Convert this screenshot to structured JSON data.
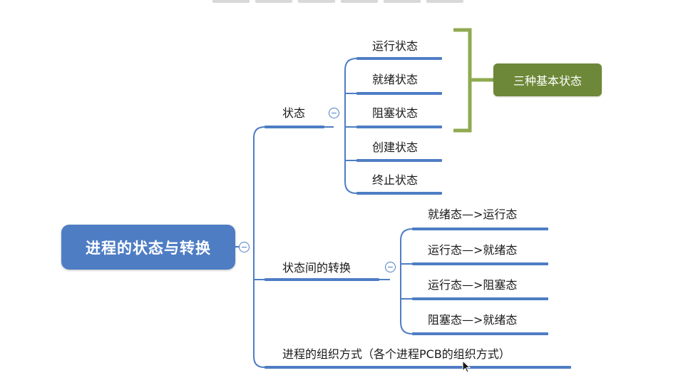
{
  "root": {
    "label": "进程的状态与转换"
  },
  "branches": {
    "states": {
      "label": "状态",
      "children": [
        "运行状态",
        "就绪状态",
        "阻塞状态",
        "创建状态",
        "终止状态"
      ]
    },
    "transitions": {
      "label": "状态间的转换",
      "children": [
        "就绪态—>运行态",
        "运行态—>就绪态",
        "运行态—>阻塞态",
        "阻塞态—>就绪态"
      ]
    },
    "organization": {
      "label": "进程的组织方式（各个进程PCB的组织方式）"
    }
  },
  "summary": {
    "label": "三种基本状态"
  },
  "colors": {
    "branch_line": "#4e7dc4",
    "root_fill": "#4e7dc4",
    "summary_fill": "#6d8838",
    "bracket": "#8faa50"
  },
  "icons": {
    "collapse": "minus-circle-icon",
    "cursor": "mouse-pointer-icon"
  }
}
